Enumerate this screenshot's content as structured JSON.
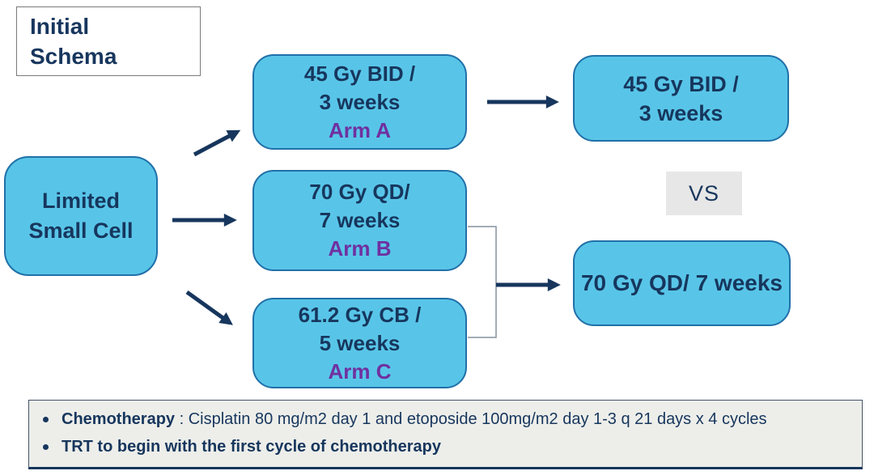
{
  "colors": {
    "box-fill": "#58C5E8",
    "box-border": "#2070A8",
    "navy": "#17365D",
    "arm-purple": "#7030A0",
    "vs-bg": "#E7E7E7",
    "notes-bg": "#EDEEEA",
    "notes-border": "#44546A",
    "bracket": "#85929E",
    "title-border": "#7A7A7A"
  },
  "title": {
    "lines": [
      "Initial",
      "Schema"
    ]
  },
  "source": {
    "lines": [
      "Limited",
      "Small Cell"
    ]
  },
  "arms": [
    {
      "dose": "45 Gy BID /",
      "duration": "3 weeks",
      "label": "Arm A"
    },
    {
      "dose": "70 Gy QD/",
      "duration": "7 weeks",
      "label": "Arm B"
    },
    {
      "dose": "61.2 Gy CB /",
      "duration": "5 weeks",
      "label": "Arm C"
    }
  ],
  "comparison": {
    "top": {
      "lines": [
        "45 Gy BID /",
        "3 weeks"
      ]
    },
    "vs": "VS",
    "bottom": "70 Gy QD/ 7 weeks"
  },
  "notes": [
    {
      "bold": "Chemotherapy",
      "normal": " : Cisplatin 80 mg/m2 day 1 and etoposide 100mg/m2 day 1-3 q 21 days x 4 cycles"
    },
    {
      "bold": "TRT to begin with the first cycle of chemotherapy",
      "normal": ""
    }
  ]
}
